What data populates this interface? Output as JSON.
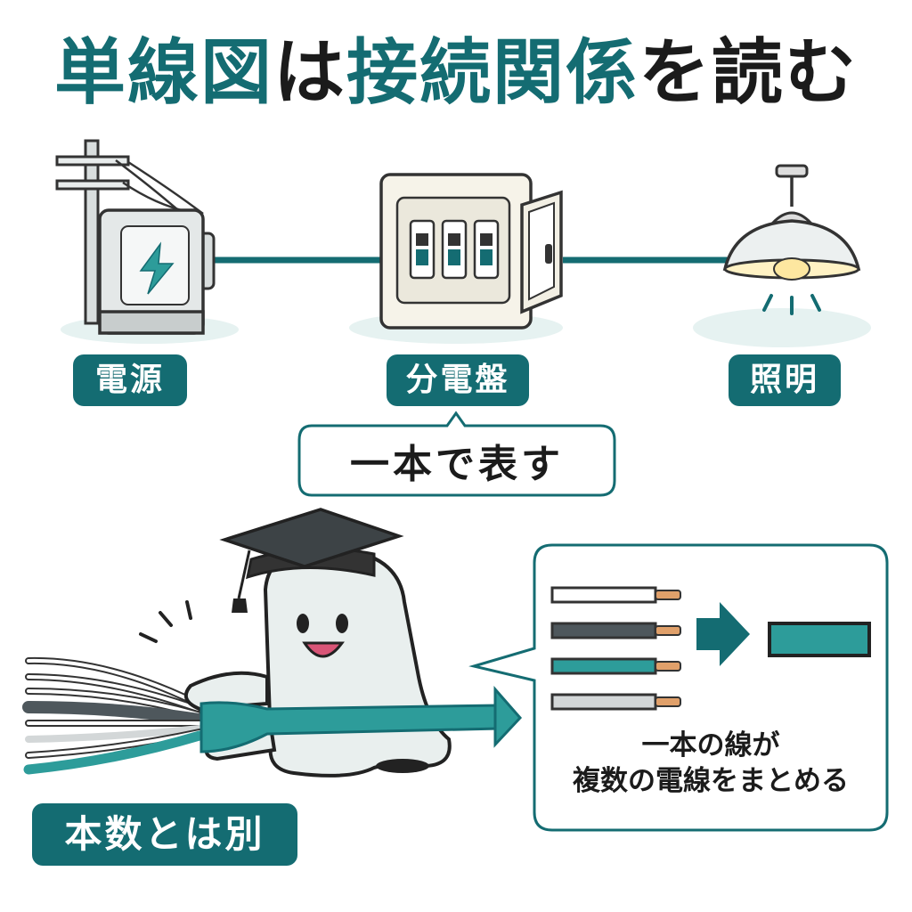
{
  "title": {
    "segments": [
      {
        "text": "単線図",
        "color": "#146c72"
      },
      {
        "text": "は",
        "color": "#1b1b1b"
      },
      {
        "text": "接続関係",
        "color": "#146c72"
      },
      {
        "text": "を読む",
        "color": "#1b1b1b"
      }
    ]
  },
  "nodes": {
    "power_source": "電源",
    "distribution_board": "分電盤",
    "lighting": "照明"
  },
  "callout": "一本で表す",
  "badge": "本数とは別",
  "explanation": {
    "line1": "一本の線が",
    "line2": "複数の電線をまとめる"
  },
  "colors": {
    "accent": "#146c72",
    "wire_white": "#ffffff",
    "wire_dark": "#4e575c",
    "wire_teal": "#2d9c9a",
    "wire_gray": "#d3d7d8",
    "copper": "#e0a06a"
  }
}
